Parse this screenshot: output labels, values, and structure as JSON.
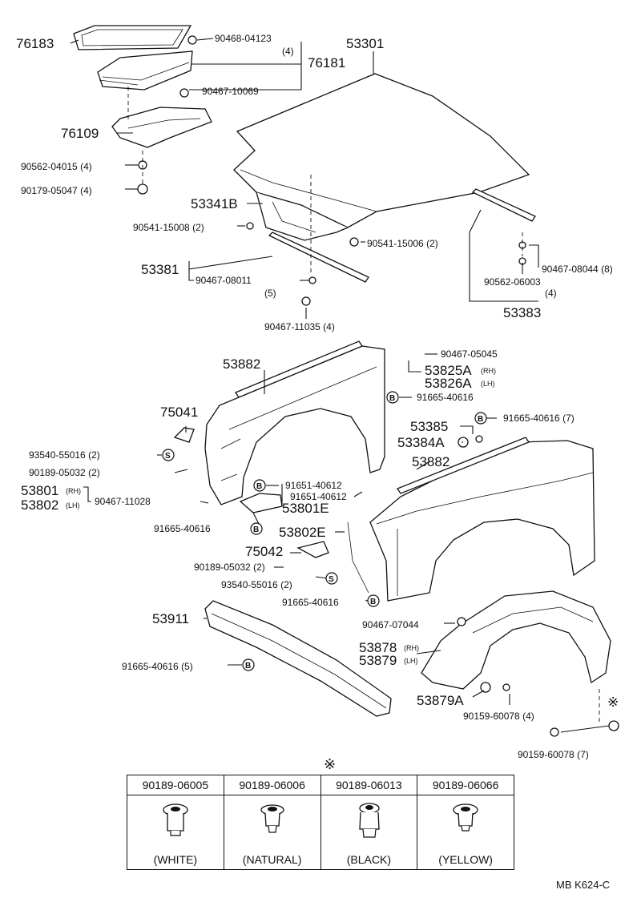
{
  "footer_code": "MB K624-C",
  "asterisk": "※",
  "callouts": {
    "p76183": "76183",
    "p90468_04123": "90468-04123",
    "p90468_qty": "(4)",
    "p53301": "53301",
    "p76181": "76181",
    "p90467_10069": "90467-10069",
    "p76109": "76109",
    "p90562_04015": "90562-04015 (4)",
    "p90179_05047": "90179-05047 (4)",
    "p53341B": "53341B",
    "p90541_15008": "90541-15008 (2)",
    "p90541_15006": "90541-15006 (2)",
    "p90467_08044": "90467-08044 (8)",
    "p90562_06003": "90562-06003",
    "p90562_qty": "(4)",
    "p53383": "53383",
    "p53381": "53381",
    "p90467_08011": "90467-08011",
    "p90467_08011_qty": "(5)",
    "p90467_11035": "90467-11035 (4)",
    "p90467_05045": "90467-05045",
    "p53882_top": "53882",
    "p53825A": "53825A",
    "p53825A_side": "(RH)",
    "p53826A": "53826A",
    "p53826A_side": "(LH)",
    "p91665_40616_a": "91665-40616",
    "p75041": "75041",
    "p53385": "53385",
    "p91665_40616_b": "91665-40616 (7)",
    "p53384A": "53384A",
    "p93540_55016_a": "93540-55016 (2)",
    "p90189_05032_a": "90189-05032 (2)",
    "p53882_right": "53882",
    "p53801": "53801",
    "p53801_side": "(RH)",
    "p53802": "53802",
    "p53802_side": "(LH)",
    "p91651_40612_a": "91651-40612",
    "p91651_40612_b": "91651-40612",
    "p90467_11028": "90467-11028",
    "p53801E": "53801E",
    "p91665_40616_c": "91665-40616",
    "p53802E": "53802E",
    "p75042": "75042",
    "p90189_05032_b": "90189-05032 (2)",
    "p93540_55016_b": "93540-55016 (2)",
    "p91665_40616_d": "91665-40616",
    "p53911": "53911",
    "p90467_07044": "90467-07044",
    "p53878": "53878",
    "p53878_side": "(RH)",
    "p53879": "53879",
    "p53879_side": "(LH)",
    "p91665_40616_e": "91665-40616 (5)",
    "p53879A": "53879A",
    "p90159_60078_a": "90159-60078 (4)",
    "p90159_60078_b": "90159-60078 (7)"
  },
  "symbols": {
    "b": "B",
    "s": "S"
  },
  "clip_table": [
    {
      "part": "90189-06005",
      "color": "(WHITE)"
    },
    {
      "part": "90189-06006",
      "color": "(NATURAL)"
    },
    {
      "part": "90189-06013",
      "color": "(BLACK)"
    },
    {
      "part": "90189-06066",
      "color": "(YELLOW)"
    }
  ]
}
